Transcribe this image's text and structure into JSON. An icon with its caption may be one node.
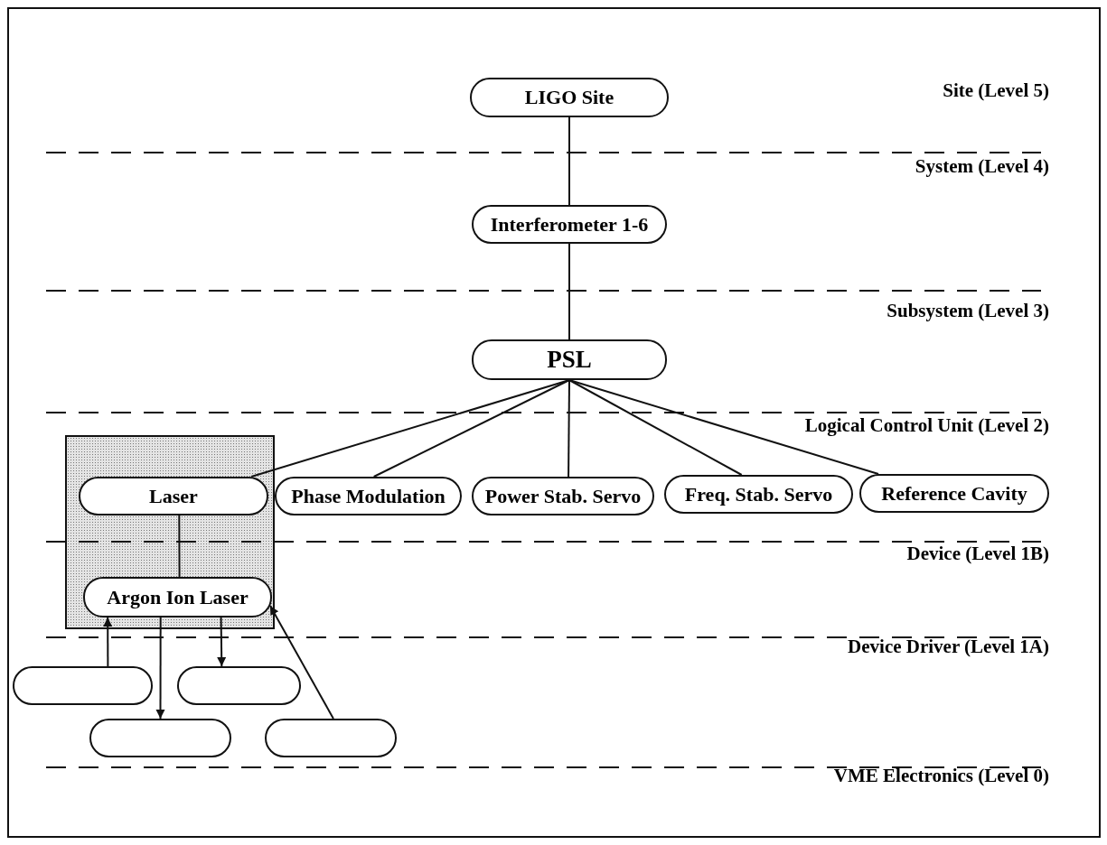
{
  "diagram": {
    "nodes": [
      {
        "text": [
          "LIGO Site"
        ]
      },
      {
        "text": [
          "Interferometer 1-6"
        ]
      },
      {
        "text": [
          "PSL"
        ]
      },
      {
        "text": [],
        "shape": "box"
      },
      {
        "text": [
          "Laser"
        ],
        "in": 3
      },
      {
        "text": [
          "Phase Modulation"
        ]
      },
      {
        "text": [
          "Power Stab. Servo"
        ]
      },
      {
        "text": [
          "Freq. Stab. Servo"
        ]
      },
      {
        "text": [
          "Reference Cavity"
        ]
      },
      {
        "text": [
          "Argon Ion Laser"
        ],
        "in": 3
      },
      {
        "text": [],
        "shape": "box"
      },
      {
        "text": [],
        "shape": "box"
      },
      {
        "text": [],
        "shape": "box"
      },
      {
        "text": [],
        "shape": "box"
      }
    ],
    "edges": [
      {
        "from": 0,
        "to": 1,
        "arrow": "none"
      },
      {
        "from": 1,
        "to": 2,
        "arrow": "none"
      },
      {
        "from": 2,
        "to": 4,
        "arrow": "none"
      },
      {
        "from": 2,
        "to": 5,
        "arrow": "none"
      },
      {
        "from": 2,
        "to": 6,
        "arrow": "none"
      },
      {
        "from": 2,
        "to": 7,
        "arrow": "none"
      },
      {
        "from": 2,
        "to": 8,
        "arrow": "none"
      },
      {
        "from": 4,
        "to": 9,
        "arrow": "none"
      },
      {
        "from": 10,
        "to": 9,
        "arrow": "to"
      },
      {
        "from": 9,
        "to": 12,
        "arrow": "to"
      },
      {
        "from": 9,
        "to": 11,
        "arrow": "to"
      },
      {
        "from": 13,
        "to": 9,
        "arrow": "to"
      }
    ],
    "labels": [
      "Site (Level 5)",
      "System (Level 4)",
      "Subsystem (Level 3)",
      "Logical Control Unit (Level 2)",
      "Device (Level 1B)",
      "Device Driver (Level 1A)",
      "VME Electronics (Level 0)"
    ]
  }
}
